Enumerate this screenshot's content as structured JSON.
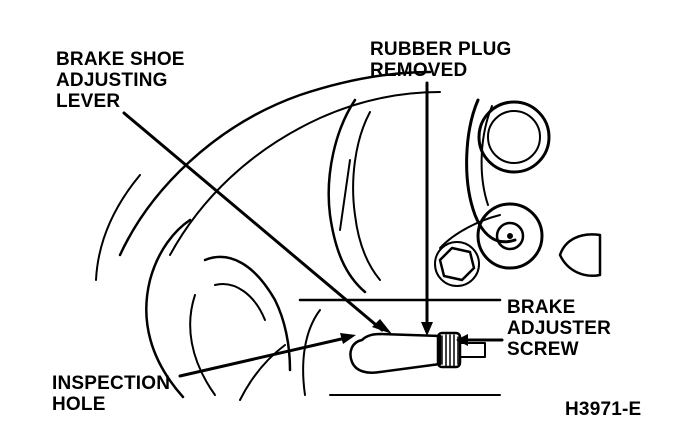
{
  "labels": {
    "brake_shoe_lever": "BRAKE SHOE\nADJUSTING\nLEVER",
    "rubber_plug": "RUBBER PLUG\nREMOVED",
    "brake_adjuster_screw": "BRAKE\nADJUSTER\nSCREW",
    "inspection_hole": "INSPECTION\nHOLE",
    "figure_id": "H3971-E"
  },
  "colors": {
    "ink": "#000000",
    "paper": "#ffffff"
  }
}
